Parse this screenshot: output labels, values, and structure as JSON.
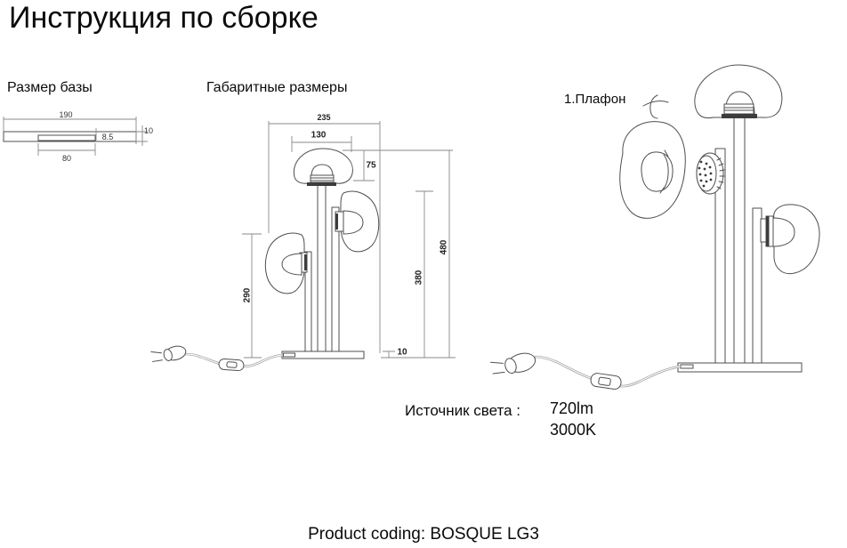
{
  "title": "Инструкция по сборке",
  "base_drawing": {
    "heading": "Размер базы",
    "dims": {
      "width": "190",
      "recess_height": "8.5",
      "height": "10",
      "recess_width": "80"
    }
  },
  "overall_drawing": {
    "heading": "Габаритные размеры",
    "dims": {
      "total_width": "235",
      "shade_width": "130",
      "shade_height": "75",
      "total_height": "480",
      "middle_shade_height": "380",
      "lower_shade_height": "290",
      "base_height": "10"
    }
  },
  "assembly_drawing": {
    "step1_label": "1.Плафон"
  },
  "light_source": {
    "label": "Источник света :",
    "luminous_flux": "720lm",
    "color_temperature": "3000K"
  },
  "footer": {
    "product_coding": "Product coding: BOSQUE LG3"
  },
  "colors": {
    "background": "#ffffff",
    "line": "#4f4f4f",
    "dimension_line": "#8a8a8a",
    "text": "#0b0b0b"
  }
}
